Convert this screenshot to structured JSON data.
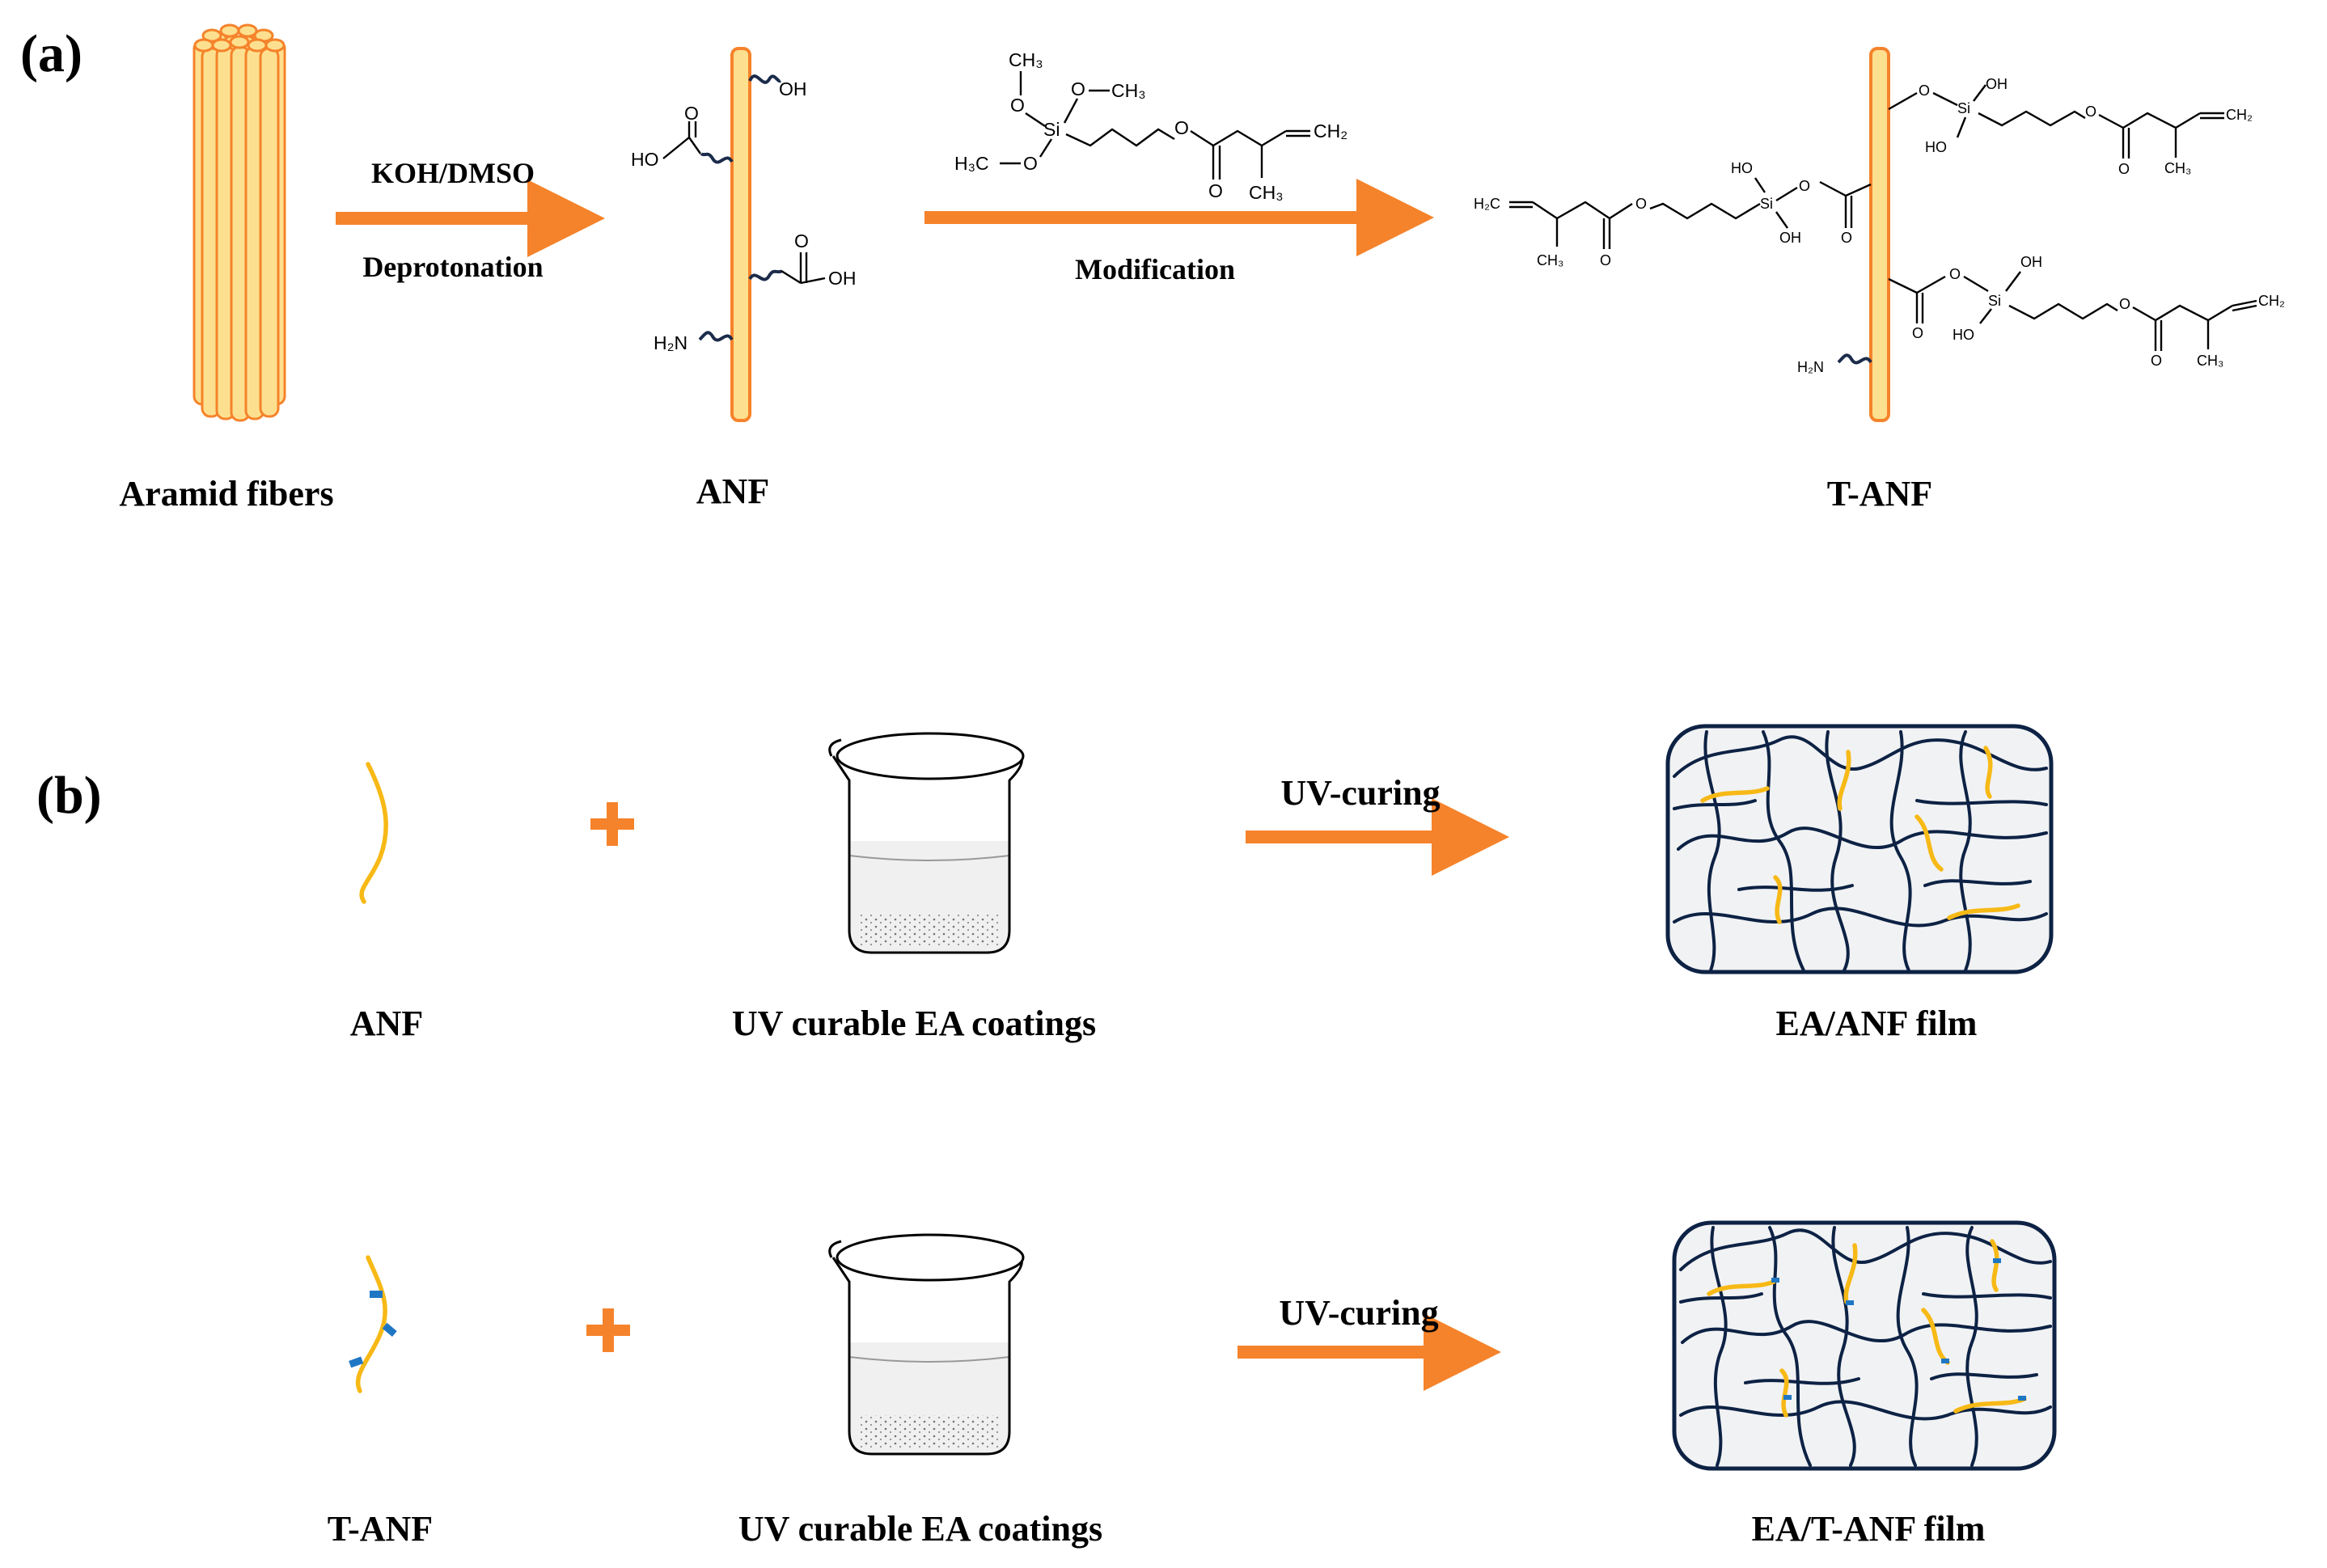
{
  "panels": {
    "a_label": "(a)",
    "b_label": "(b)"
  },
  "part_a": {
    "aramid_label": "Aramid fibers",
    "step1_top": "KOH/DMSO",
    "step1_bottom": "Deprotonation",
    "anf_label": "ANF",
    "anf_groups": {
      "oh": "OH",
      "cooh_left": "HO",
      "cooh_right": "OH",
      "carbonyl_o": "O",
      "amine": "H₂N"
    },
    "reagent": {
      "ch3": "CH₃",
      "h3c": "H₃C",
      "o": "O",
      "si": "Si",
      "ch2": "CH₂"
    },
    "step2_label": "Modification",
    "tanf_label": "T-ANF",
    "tanf_groups": {
      "ho": "HO",
      "oh": "OH",
      "si": "Si",
      "o": "O",
      "h2c": "H₂C",
      "ch2": "CH₂",
      "ch3": "CH₃",
      "amine": "H₂N"
    }
  },
  "part_b": {
    "row1": {
      "left_label": "ANF",
      "beaker_label": "UV curable EA coatings",
      "arrow_label": "UV-curing",
      "film_label": "EA/ANF film"
    },
    "row2": {
      "left_label": "T-ANF",
      "beaker_label": "UV curable EA coatings",
      "arrow_label": "UV-curing",
      "film_label": "EA/T-ANF film"
    },
    "plus": "+"
  },
  "colors": {
    "arrow": "#f5832b",
    "fiber_fill": "#fde08f",
    "fiber_stroke": "#f5832b",
    "anf_yellow": "#f7b916",
    "network": "#0d2244",
    "film_bg": "#f1f2f4",
    "modifier_blue": "#1f77c4"
  }
}
